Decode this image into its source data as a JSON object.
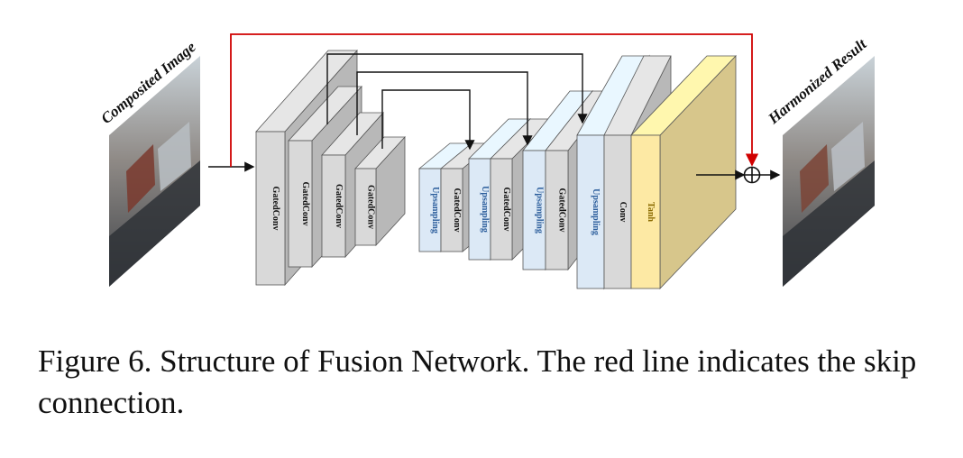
{
  "diagram": {
    "input_label": "Composited Image",
    "output_label": "Harmonized Result",
    "encoder_blocks": [
      "GatedConv",
      "GatedConv",
      "GatedConv",
      "GatedConv"
    ],
    "decoder_blocks": [
      "Upsampling",
      "GatedConv",
      "Upsampling",
      "GatedConv",
      "Upsampling",
      "GatedConv",
      "Upsampling",
      "Conv",
      "Tanh"
    ],
    "colors": {
      "gated_conv": "#d9d9d9",
      "upsampling": "#dce9f6",
      "conv": "#d9d9d9",
      "tanh": "#fde9a4",
      "skip_line": "#d00000",
      "arrow": "#111111"
    }
  },
  "caption": {
    "text": "Figure 6. Structure of Fusion Network. The red line indicates the skip connection."
  }
}
